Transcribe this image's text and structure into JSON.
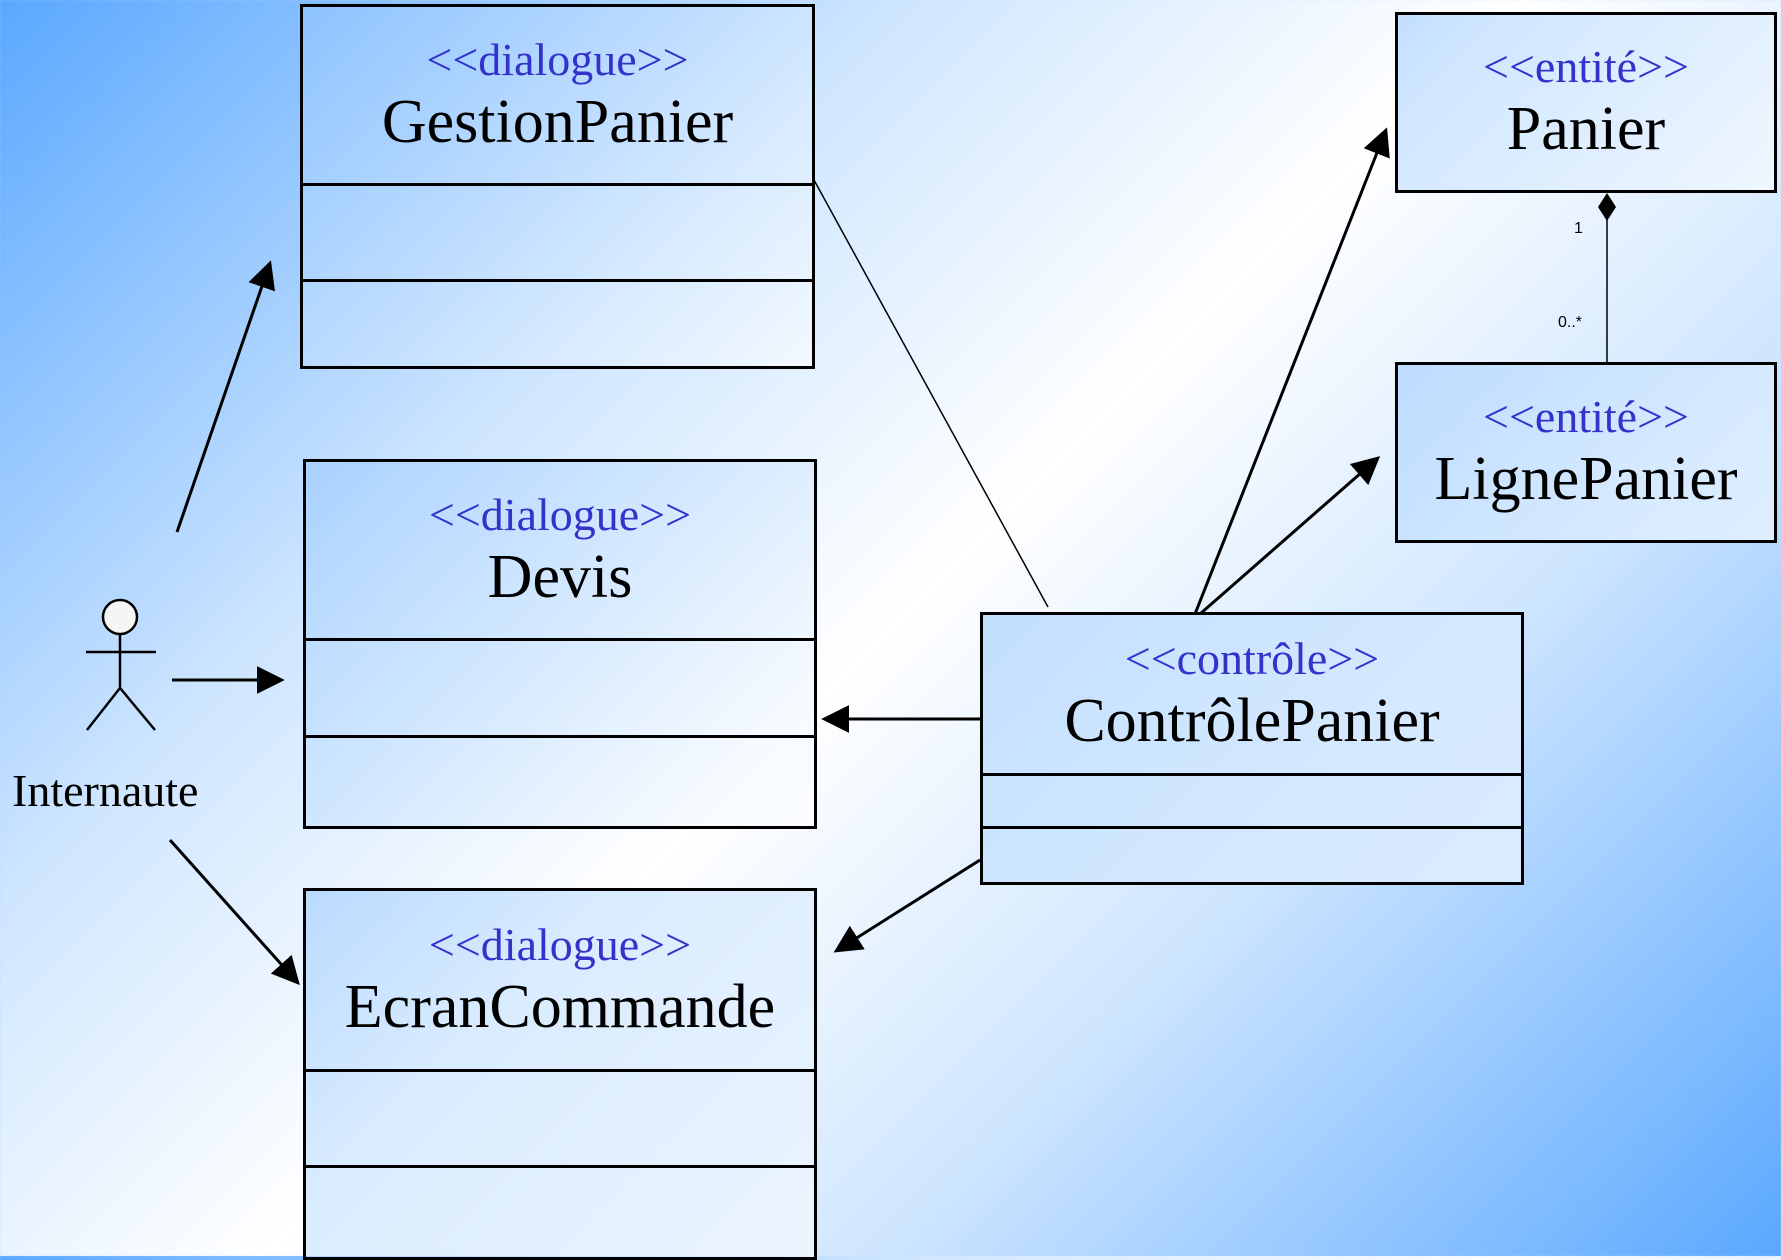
{
  "actor": {
    "name": "Internaute",
    "icon": "stick-figure-icon"
  },
  "classes": {
    "gestion_panier": {
      "stereotype": "<<dialogue>>",
      "name": "GestionPanier"
    },
    "devis": {
      "stereotype": "<<dialogue>>",
      "name": "Devis"
    },
    "ecran_commande": {
      "stereotype": "<<dialogue>>",
      "name": "EcranCommande"
    },
    "controle_panier": {
      "stereotype": "<<contrôle>>",
      "name": "ContrôlePanier"
    },
    "panier": {
      "stereotype": "<<entité>>",
      "name": "Panier"
    },
    "ligne_panier": {
      "stereotype": "<<entité>>",
      "name": "LignePanier"
    }
  },
  "composition": {
    "multiplicity_whole": "1",
    "multiplicity_part": "0..*"
  },
  "colors": {
    "stereotype": "#3333cc",
    "background_edge": "#5aa8ff",
    "background_center": "#ffffff"
  }
}
